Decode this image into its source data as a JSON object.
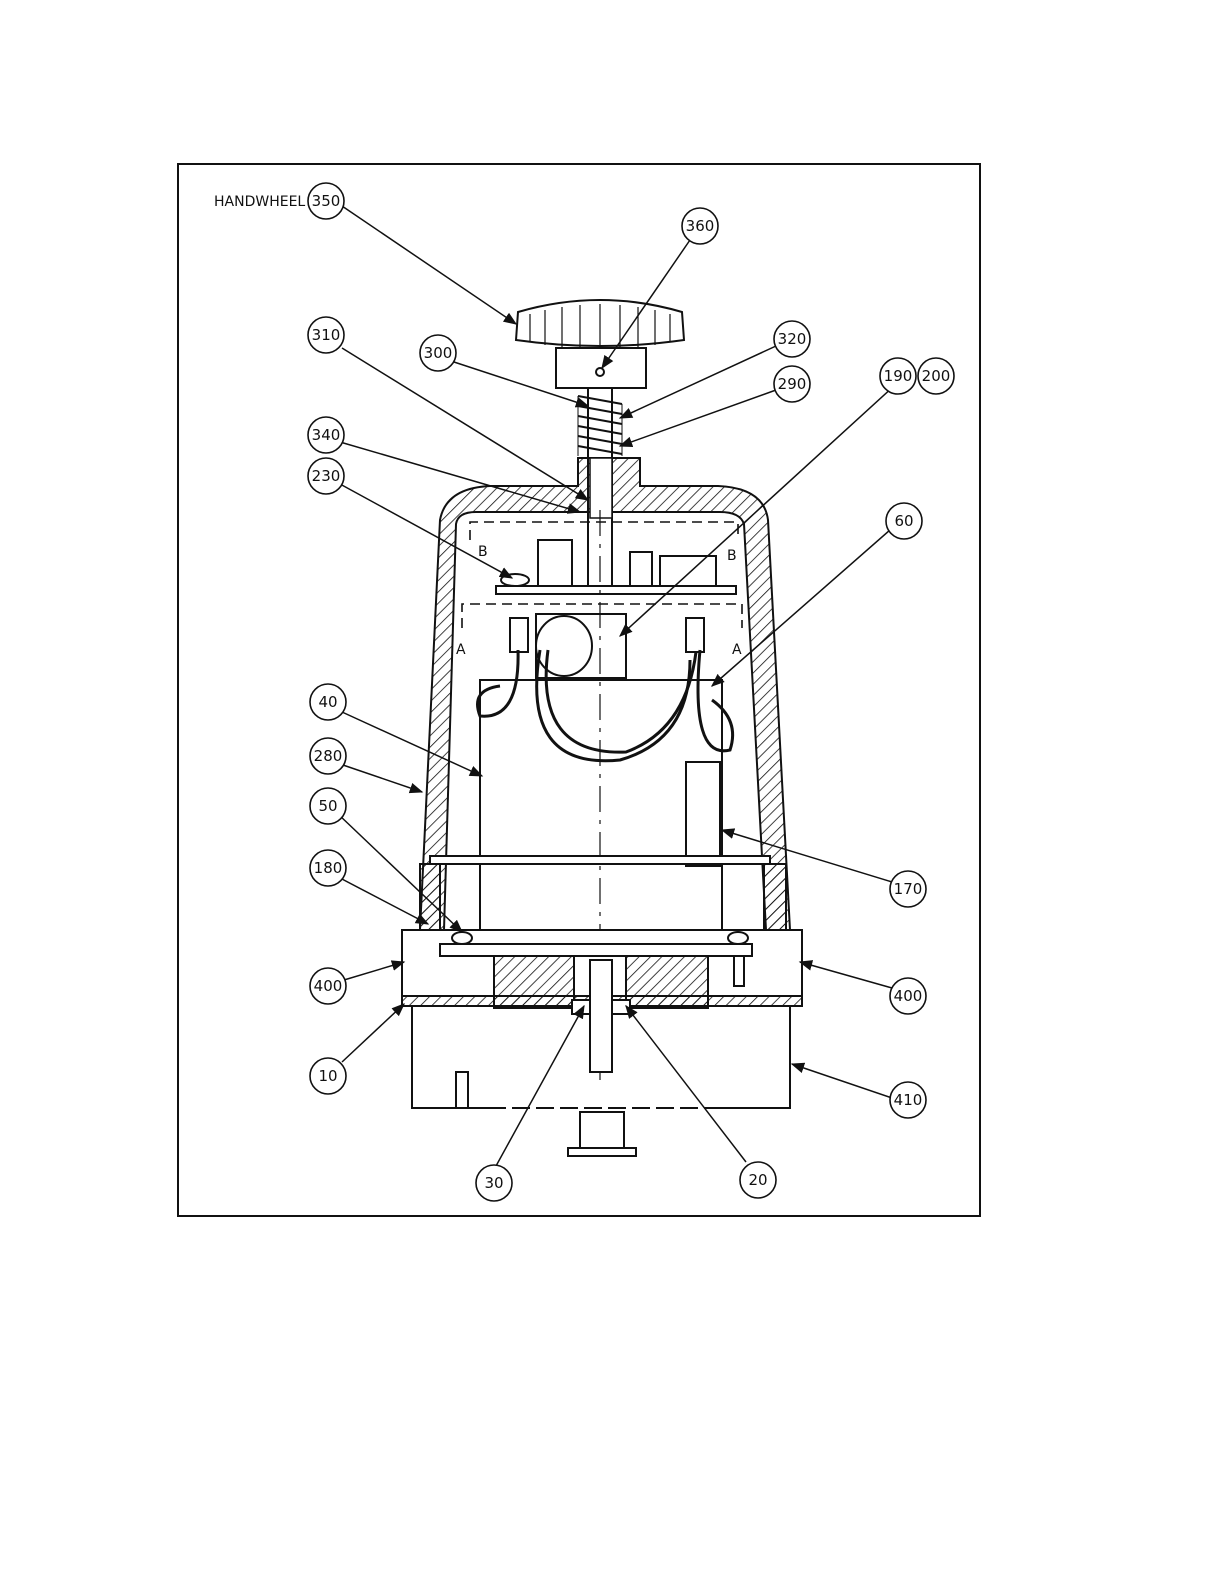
{
  "diagram": {
    "handwheel_label": "HANDWHEEL",
    "section_marks": {
      "b": "B",
      "a": "A"
    },
    "callouts": [
      {
        "id": "350",
        "text": "350"
      },
      {
        "id": "360",
        "text": "360"
      },
      {
        "id": "310",
        "text": "310"
      },
      {
        "id": "300",
        "text": "300"
      },
      {
        "id": "320",
        "text": "320"
      },
      {
        "id": "290",
        "text": "290"
      },
      {
        "id": "190",
        "text": "190"
      },
      {
        "id": "200",
        "text": "200"
      },
      {
        "id": "340",
        "text": "340"
      },
      {
        "id": "230",
        "text": "230"
      },
      {
        "id": "60",
        "text": "60"
      },
      {
        "id": "40",
        "text": "40"
      },
      {
        "id": "280",
        "text": "280"
      },
      {
        "id": "50",
        "text": "50"
      },
      {
        "id": "180",
        "text": "180"
      },
      {
        "id": "170",
        "text": "170"
      },
      {
        "id": "400-left",
        "text": "400"
      },
      {
        "id": "400-right",
        "text": "400"
      },
      {
        "id": "10",
        "text": "10"
      },
      {
        "id": "410",
        "text": "410"
      },
      {
        "id": "30",
        "text": "30"
      },
      {
        "id": "20",
        "text": "20"
      }
    ]
  }
}
